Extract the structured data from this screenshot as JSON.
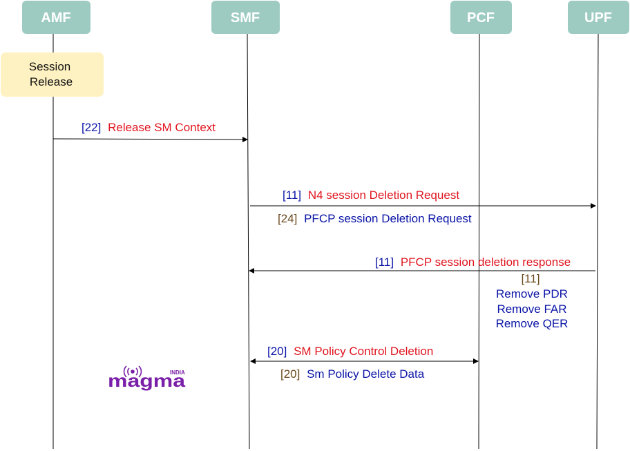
{
  "entities": {
    "amf": "AMF",
    "smf": "SMF",
    "pcf": "PCF",
    "upf": "UPF"
  },
  "note": {
    "line1": "Session",
    "line2": "Release"
  },
  "messages": {
    "release_sm_context": {
      "ref": "[22]",
      "label": "Release SM Context"
    },
    "n4_deletion_request": {
      "ref": "[11]",
      "label": "N4 session Deletion Request"
    },
    "pfcp_deletion_request": {
      "ref": "[24]",
      "label": "PFCP session Deletion Request"
    },
    "pfcp_deletion_response": {
      "ref": "[11]",
      "label": "PFCP session deletion response"
    },
    "sm_policy_control_deletion": {
      "ref": "[20]",
      "label": "SM Policy Control Deletion"
    },
    "sm_policy_delete_data": {
      "ref": "[20]",
      "label": "Sm Policy Delete Data"
    }
  },
  "upf_actions": {
    "ref": "[11]",
    "items": [
      "Remove PDR",
      "Remove FAR",
      "Remove QER"
    ]
  },
  "logo": {
    "word": "magma",
    "tag": "INDIA"
  },
  "colors": {
    "entity_fill": "#9dcbc2",
    "note_fill": "#fff2c2",
    "message_red": "#e0141e",
    "reference_blue": "#0a14a6",
    "reference_brown": "#6b4a1e",
    "logo_purple": "#7a1fa8"
  }
}
